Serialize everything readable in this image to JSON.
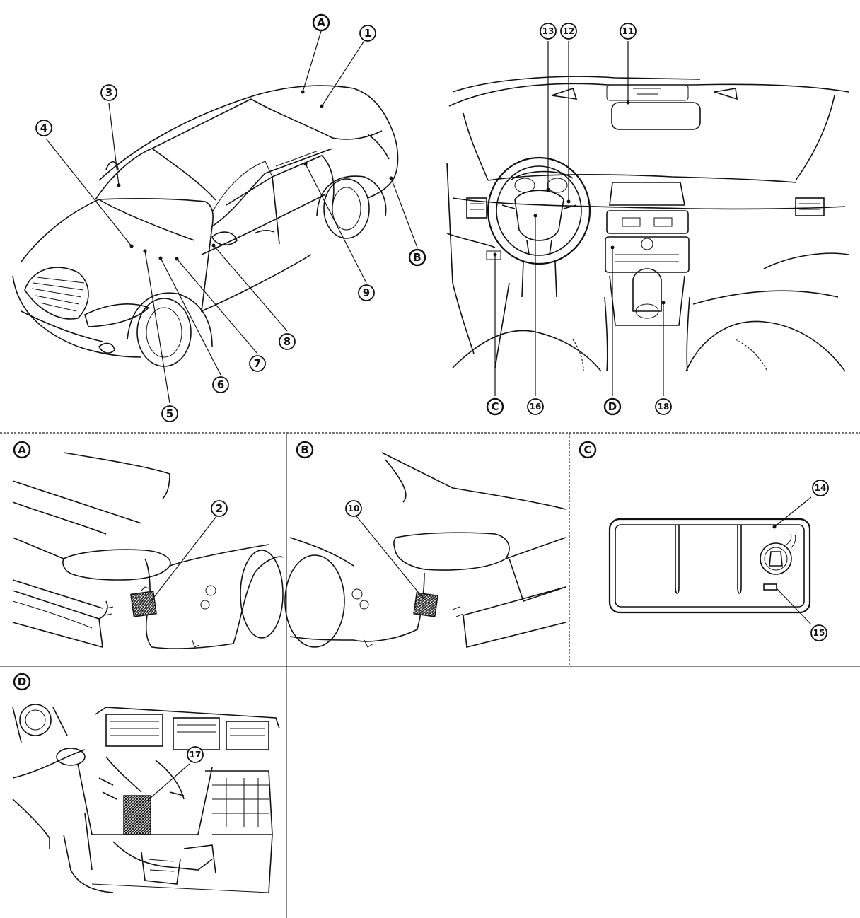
{
  "callouts": {
    "main": {
      "A": "A",
      "B": "B",
      "C": "C",
      "D": "D",
      "n1": "1",
      "n3": "3",
      "n4": "4",
      "n5": "5",
      "n6": "6",
      "n7": "7",
      "n8": "8",
      "n9": "9",
      "n11": "11",
      "n12": "12",
      "n13": "13",
      "n16": "16",
      "n18": "18"
    },
    "panel_a": {
      "label": "A",
      "n2": "2"
    },
    "panel_b": {
      "label": "B",
      "n10": "10"
    },
    "panel_c": {
      "label": "C",
      "n14": "14",
      "n15": "15"
    },
    "panel_d": {
      "label": "D",
      "n17": "17"
    }
  }
}
